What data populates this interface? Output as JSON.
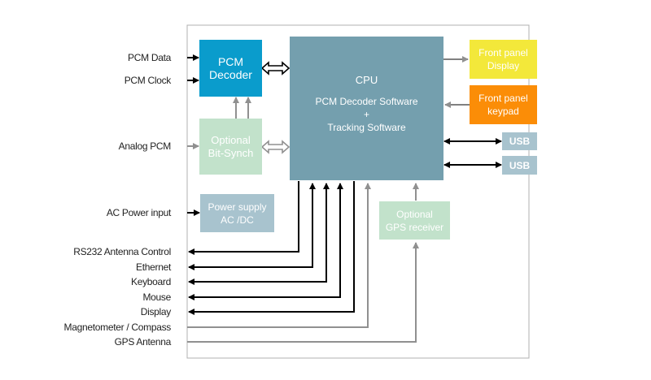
{
  "colors": {
    "pcm_decoder": "#0a9ccc",
    "bit_synch": "#c2e2cb",
    "cpu": "#749fae",
    "front_display": "#f3e83a",
    "front_keypad": "#fb8d07",
    "usb": "#a8c3ce",
    "power_supply": "#a8c3ce",
    "gps_receiver": "#c2e2cb",
    "frame": "#b0b0b0",
    "black_line": "#000000",
    "gray_line": "#909090"
  },
  "blocks": {
    "pcm_decoder": [
      "PCM",
      "Decoder"
    ],
    "bit_synch": [
      "Optional",
      "Bit-Synch"
    ],
    "cpu": {
      "title": "CPU",
      "line1": "PCM Decoder Software",
      "line2": "+",
      "line3": "Tracking Software"
    },
    "front_display": [
      "Front panel",
      "Display"
    ],
    "front_keypad": [
      "Front panel",
      "keypad"
    ],
    "usb1": "USB",
    "usb2": "USB",
    "power_supply": [
      "Power supply",
      "AC /DC"
    ],
    "gps_receiver": [
      "Optional",
      "GPS receiver"
    ]
  },
  "labels": {
    "pcm_data": "PCM Data",
    "pcm_clock": "PCM Clock",
    "analog_pcm": "Analog PCM",
    "ac_power": "AC Power input",
    "rs232": "RS232 Antenna Control",
    "ethernet": "Ethernet",
    "keyboard": "Keyboard",
    "mouse": "Mouse",
    "display": "Display",
    "magnetometer": "Magnetometer / Compass",
    "gps_antenna": "GPS Antenna"
  }
}
